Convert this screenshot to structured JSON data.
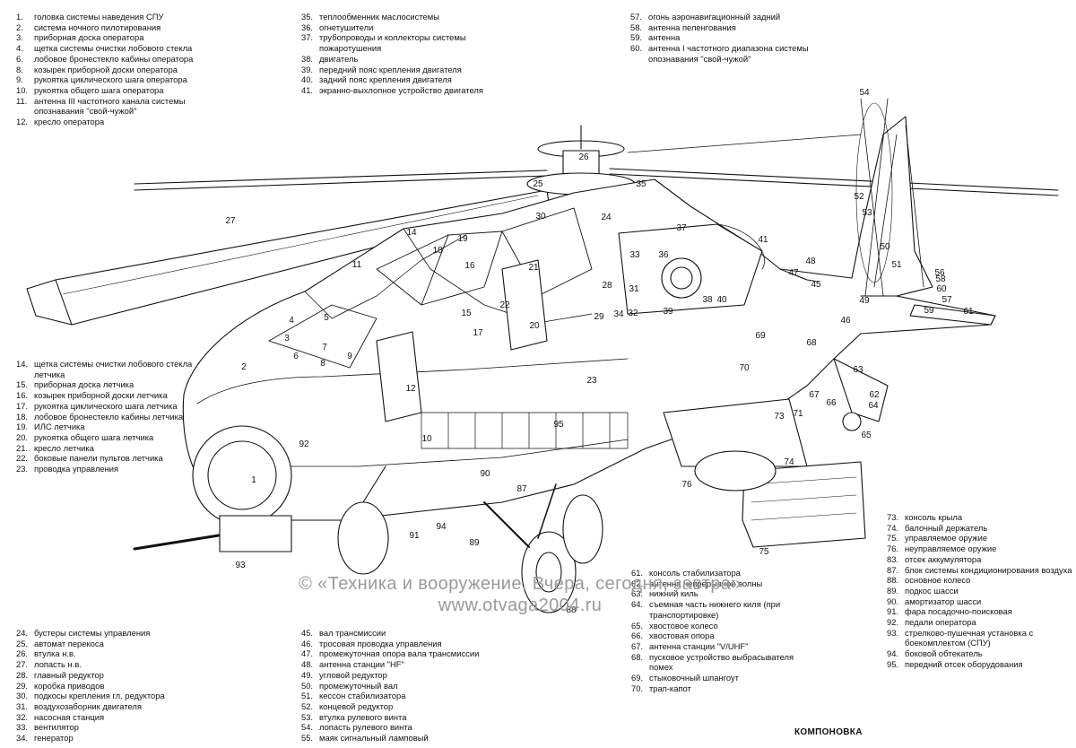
{
  "legend_top_left": [
    {
      "num": "1.",
      "text": "головка системы наведения СПУ"
    },
    {
      "num": "2.",
      "text": "система ночного пилотирования"
    },
    {
      "num": "3.",
      "text": "приборная доска оператора"
    },
    {
      "num": "4.",
      "text": "щетка системы очистки лобового стекла"
    },
    {
      "num": "6.",
      "text": "лобовое бронестекло кабины оператора"
    },
    {
      "num": "8.",
      "text": "козырек приборной доски оператора"
    },
    {
      "num": "9.",
      "text": "рукоятка циклического шага оператора"
    },
    {
      "num": "10.",
      "text": "рукоятка общего шага оператора"
    },
    {
      "num": "11.",
      "text": "антенна III частотного канала системы опознавания \"свой-чужой\""
    },
    {
      "num": "12.",
      "text": "кресло оператора"
    }
  ],
  "legend_mid_left": [
    {
      "num": "14.",
      "text": "щетка системы очистки лобового стекла летчика"
    },
    {
      "num": "15.",
      "text": "приборная доска летчика"
    },
    {
      "num": "16.",
      "text": "козырек приборной доски летчика"
    },
    {
      "num": "17.",
      "text": "рукоятка циклического шага летчика"
    },
    {
      "num": "18.",
      "text": "лобовое бронестекло кабины летчика"
    },
    {
      "num": "19.",
      "text": "ИЛС летчика"
    },
    {
      "num": "20.",
      "text": "рукоятка общего шага летчика"
    },
    {
      "num": "21.",
      "text": "кресло летчика"
    },
    {
      "num": "22.",
      "text": "боковые панели пультов летчика"
    },
    {
      "num": "23.",
      "text": "проводка управления"
    }
  ],
  "legend_bottom_left": [
    {
      "num": "24.",
      "text": "бустеры системы управления"
    },
    {
      "num": "25.",
      "text": "автомат перекоса"
    },
    {
      "num": "26.",
      "text": "втулка н.в."
    },
    {
      "num": "27.",
      "text": "лопасть н.в."
    },
    {
      "num": "28.",
      "text": "главный редуктор"
    },
    {
      "num": "29.",
      "text": "коробка приводов"
    },
    {
      "num": "30.",
      "text": "подкосы крепления гл. редуктора"
    },
    {
      "num": "31.",
      "text": "воздухозаборник двигателя"
    },
    {
      "num": "32.",
      "text": "насосная станция"
    },
    {
      "num": "33.",
      "text": "вентилятор"
    },
    {
      "num": "34.",
      "text": "генератор"
    }
  ],
  "legend_top_middle": [
    {
      "num": "35.",
      "text": "теплообменник маслосистемы"
    },
    {
      "num": "36.",
      "text": "огнетушители"
    },
    {
      "num": "37.",
      "text": "трубопроводы и коллекторы системы пожаротушения"
    },
    {
      "num": "38.",
      "text": "двигатель"
    },
    {
      "num": "39.",
      "text": "передний пояс крепления двигателя"
    },
    {
      "num": "40.",
      "text": "задний пояс крепления двигателя"
    },
    {
      "num": "41.",
      "text": "экранно-выхлопное устройство двигателя"
    }
  ],
  "legend_bottom_middle": [
    {
      "num": "45.",
      "text": "вал трансмиссии"
    },
    {
      "num": "46.",
      "text": "тросовая проводка управления"
    },
    {
      "num": "47.",
      "text": "промежуточная опора вала трансмиссии"
    },
    {
      "num": "48.",
      "text": "антенна станции \"HF\""
    },
    {
      "num": "49.",
      "text": "угловой редуктор"
    },
    {
      "num": "50.",
      "text": "промежуточный вал"
    },
    {
      "num": "51.",
      "text": "кессон стабилизатора"
    },
    {
      "num": "52.",
      "text": "концевой редуктор"
    },
    {
      "num": "53.",
      "text": "втулка рулевого винта"
    },
    {
      "num": "54.",
      "text": "лопасть рулевого винта"
    },
    {
      "num": "55.",
      "text": "маяк сигнальный ламповый"
    }
  ],
  "legend_top_right": [
    {
      "num": "57.",
      "text": "огонь аэронавигационный задний"
    },
    {
      "num": "58.",
      "text": "антенна пеленгования"
    },
    {
      "num": "59.",
      "text": "антенна"
    },
    {
      "num": "60.",
      "text": "антенна I частотного диапазона системы опознавания \"свой-чужой\""
    }
  ],
  "legend_bottom_center": [
    {
      "num": "61.",
      "text": "консоль стабилизатора"
    },
    {
      "num": "62.",
      "text": "антенна непрерывной волны"
    },
    {
      "num": "63.",
      "text": "нижний киль"
    },
    {
      "num": "64.",
      "text": "съемная часть нижнего киля (при транспортировке)"
    },
    {
      "num": "65.",
      "text": "хвостовое колесо"
    },
    {
      "num": "66.",
      "text": "хвостовая опора"
    },
    {
      "num": "67.",
      "text": "антенна станции \"V/UHF\""
    },
    {
      "num": "68.",
      "text": "пусковое устройство выбрасывателя помех"
    },
    {
      "num": "69.",
      "text": "стыковочный шпангоут"
    },
    {
      "num": "70.",
      "text": "трап-капот"
    }
  ],
  "legend_bottom_right": [
    {
      "num": "73.",
      "text": "консоль крыла"
    },
    {
      "num": "74.",
      "text": "балочный держатель"
    },
    {
      "num": "75.",
      "text": "управляемое оружие"
    },
    {
      "num": "76.",
      "text": "неуправляемое оружие"
    },
    {
      "num": "83.",
      "text": "отсек аккумулятора"
    },
    {
      "num": "87.",
      "text": "блок системы кондиционирования воздуха"
    },
    {
      "num": "88.",
      "text": "основное колесо"
    },
    {
      "num": "89.",
      "text": "подкос шасси"
    },
    {
      "num": "90.",
      "text": "амортизатор шасси"
    },
    {
      "num": "91.",
      "text": "фара посадочно-поисковая"
    },
    {
      "num": "92.",
      "text": "педали оператора"
    },
    {
      "num": "93.",
      "text": "стрелково-пушечная установка с боекомплектом (СПУ)"
    },
    {
      "num": "94.",
      "text": "боковой обтекатель"
    },
    {
      "num": "95.",
      "text": "передний отсек оборудования"
    }
  ],
  "watermark": {
    "line1": "© «Техника и вооружение. Вчера, сегодня, завтра»",
    "line2": "www.otvaga2004.ru"
  },
  "caption": "КОМПОНОВКА",
  "callouts": [
    {
      "label": "1"
    },
    {
      "label": "2"
    },
    {
      "label": "3"
    },
    {
      "label": "4"
    },
    {
      "label": "5"
    },
    {
      "label": "6"
    },
    {
      "label": "7"
    },
    {
      "label": "8"
    },
    {
      "label": "9"
    },
    {
      "label": "10"
    },
    {
      "label": "11"
    },
    {
      "label": "12"
    },
    {
      "label": "14"
    },
    {
      "label": "15"
    },
    {
      "label": "16"
    },
    {
      "label": "17"
    },
    {
      "label": "18"
    },
    {
      "label": "19"
    },
    {
      "label": "20"
    },
    {
      "label": "21"
    },
    {
      "label": "22"
    },
    {
      "label": "23"
    },
    {
      "label": "24"
    },
    {
      "label": "25"
    },
    {
      "label": "26"
    },
    {
      "label": "27"
    },
    {
      "label": "28"
    },
    {
      "label": "29"
    },
    {
      "label": "30"
    },
    {
      "label": "31"
    },
    {
      "label": "32"
    },
    {
      "label": "33"
    },
    {
      "label": "34"
    },
    {
      "label": "35"
    },
    {
      "label": "36"
    },
    {
      "label": "37"
    },
    {
      "label": "38"
    },
    {
      "label": "39"
    },
    {
      "label": "40"
    },
    {
      "label": "41"
    },
    {
      "label": "45"
    },
    {
      "label": "46"
    },
    {
      "label": "47"
    },
    {
      "label": "48"
    },
    {
      "label": "49"
    },
    {
      "label": "50"
    },
    {
      "label": "51"
    },
    {
      "label": "52"
    },
    {
      "label": "53"
    },
    {
      "label": "54"
    },
    {
      "label": "56"
    },
    {
      "label": "57"
    },
    {
      "label": "58"
    },
    {
      "label": "59"
    },
    {
      "label": "60"
    },
    {
      "label": "61"
    },
    {
      "label": "62"
    },
    {
      "label": "63"
    },
    {
      "label": "64"
    },
    {
      "label": "65"
    },
    {
      "label": "66"
    },
    {
      "label": "67"
    },
    {
      "label": "68"
    },
    {
      "label": "69"
    },
    {
      "label": "70"
    },
    {
      "label": "71"
    },
    {
      "label": "73"
    },
    {
      "label": "74"
    },
    {
      "label": "75"
    },
    {
      "label": "76"
    },
    {
      "label": "87"
    },
    {
      "label": "88"
    },
    {
      "label": "89"
    },
    {
      "label": "90"
    },
    {
      "label": "91"
    },
    {
      "label": "92"
    },
    {
      "label": "93"
    },
    {
      "label": "94"
    },
    {
      "label": "95"
    }
  ]
}
